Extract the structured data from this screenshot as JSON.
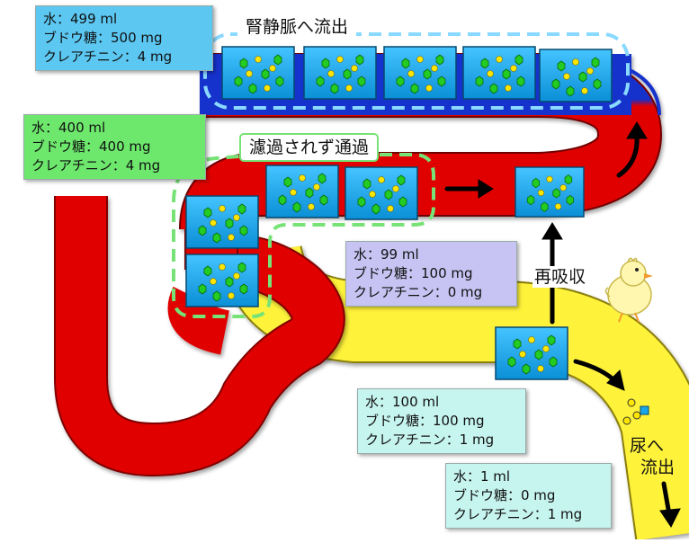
{
  "labels": {
    "vein": [
      "水：499 ml",
      "ブドウ糖：500 mg",
      "クレアチニン：4 mg"
    ],
    "start": [
      "水：400 ml",
      "ブドウ糖：400 mg",
      "クレアチニン：4 mg"
    ],
    "reabsorbed": [
      "水：99 ml",
      "ブドウ糖：100 mg",
      "クレアチニン：0 mg"
    ],
    "tubule": [
      "水：100 ml",
      "ブドウ糖：100 mg",
      "クレアチニン：1 mg"
    ],
    "urine": [
      "水：1 ml",
      "ブドウ糖：0 mg",
      "クレアチニン：1 mg"
    ]
  },
  "captions": {
    "renal_vein_outflow": "腎静脈へ流出",
    "not_filtered": "濾過されず通過",
    "reabsorption": "再吸収",
    "urine_outflow_1": "尿へ",
    "urine_outflow_2": "流出"
  },
  "colors": {
    "blood_red": "#e00000",
    "vein_blue": "#1530cc",
    "tubule_yellow": "#fff23a",
    "cell_blue": "#1aa6ea",
    "glucose_yellow": "#ffe600",
    "creatinine_green": "#22cc22",
    "vein_label": "#5cc8f2",
    "start_label": "#6de86d",
    "reabsorbed_label": "#c7c3f2",
    "tubule_label": "#c6f4ef",
    "urine_label": "#c6f4ef"
  },
  "icons": [
    "chick-icon",
    "glucose-dot-icon",
    "creatinine-hexagon-icon",
    "water-cube-icon"
  ]
}
